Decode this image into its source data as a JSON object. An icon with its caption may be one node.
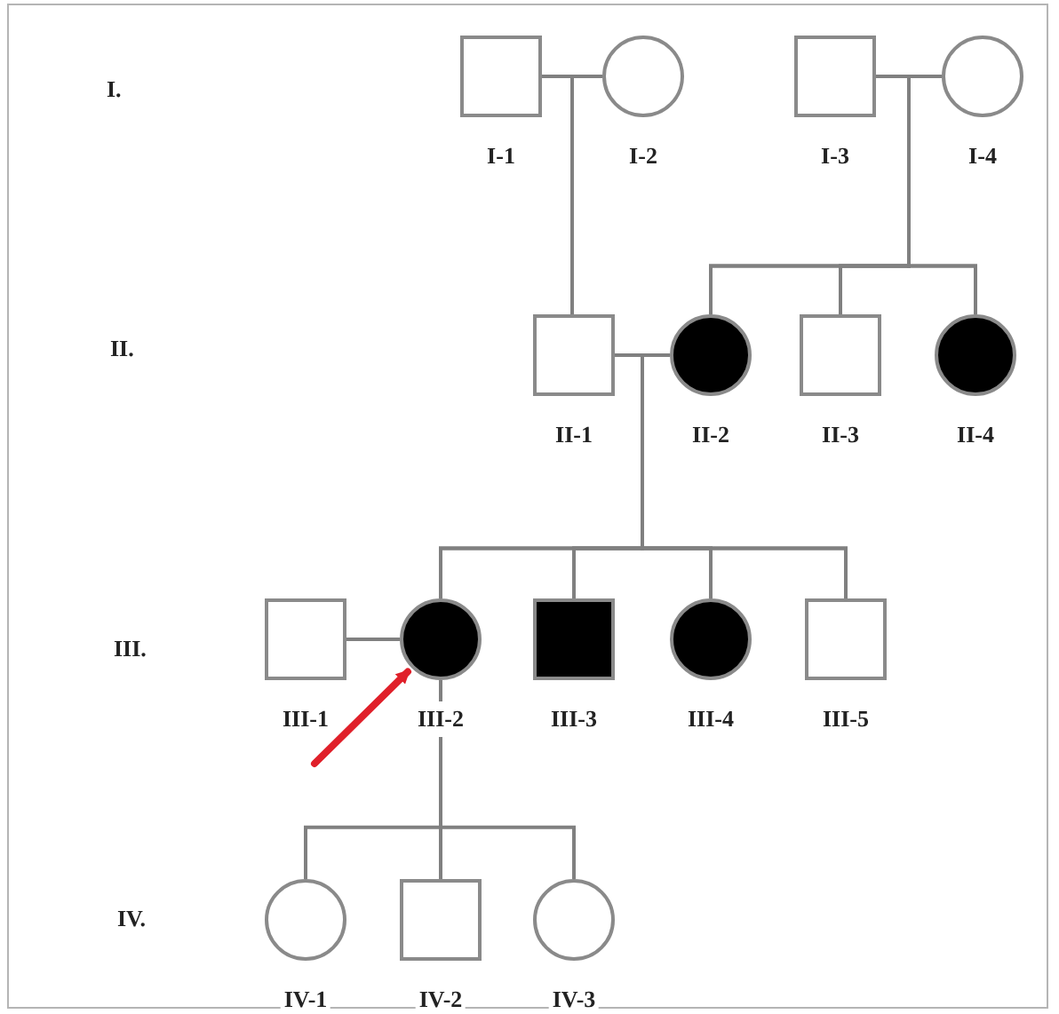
{
  "diagram": {
    "nodes": [
      {
        "text": [],
        "shape": "box",
        "beside": [
          "I-1"
        ]
      },
      {
        "text": [],
        "shape": "circle",
        "beside": [
          "I-2"
        ]
      },
      {
        "text": [],
        "shape": "box",
        "beside": [
          "I-3"
        ]
      },
      {
        "text": [],
        "shape": "circle",
        "beside": [
          "I-4"
        ]
      },
      {
        "text": [],
        "shape": "box",
        "beside": [
          "II-1"
        ]
      },
      {
        "text": [],
        "shape": "filled-circle",
        "beside": [
          "II-2"
        ]
      },
      {
        "text": [],
        "shape": "box",
        "beside": [
          "II-3"
        ]
      },
      {
        "text": [],
        "shape": "filled-circle",
        "beside": [
          "II-4"
        ]
      },
      {
        "text": [],
        "shape": "box",
        "beside": [
          "III-1"
        ]
      },
      {
        "text": [],
        "shape": "filled-circle",
        "beside": [
          "III-2"
        ]
      },
      {
        "text": [],
        "shape": "filled-box",
        "beside": [
          "III-3"
        ]
      },
      {
        "text": [],
        "shape": "filled-circle",
        "beside": [
          "III-4"
        ]
      },
      {
        "text": [],
        "shape": "box",
        "beside": [
          "III-5"
        ]
      },
      {
        "text": [],
        "shape": "circle",
        "beside": [
          "IV-1"
        ]
      },
      {
        "text": [],
        "shape": "box",
        "beside": [
          "IV-2"
        ]
      },
      {
        "text": [],
        "shape": "circle",
        "beside": [
          "IV-3"
        ]
      }
    ],
    "edges": [
      {
        "from": 0,
        "to": 4,
        "arrow": "none"
      },
      {
        "from": 1,
        "to": 4,
        "arrow": "none"
      },
      {
        "from": 2,
        "to": 5,
        "arrow": "none"
      },
      {
        "from": 3,
        "to": 5,
        "arrow": "none"
      },
      {
        "from": 2,
        "to": 6,
        "arrow": "none"
      },
      {
        "from": 3,
        "to": 6,
        "arrow": "none"
      },
      {
        "from": 2,
        "to": 7,
        "arrow": "none"
      },
      {
        "from": 3,
        "to": 7,
        "arrow": "none"
      },
      {
        "from": 4,
        "to": 9,
        "arrow": "none"
      },
      {
        "from": 5,
        "to": 9,
        "arrow": "none"
      },
      {
        "from": 4,
        "to": 10,
        "arrow": "none"
      },
      {
        "from": 5,
        "to": 10,
        "arrow": "none"
      },
      {
        "from": 4,
        "to": 11,
        "arrow": "none"
      },
      {
        "from": 5,
        "to": 11,
        "arrow": "none"
      },
      {
        "from": 4,
        "to": 12,
        "arrow": "none"
      },
      {
        "from": 5,
        "to": 12,
        "arrow": "none"
      },
      {
        "from": 8,
        "to": 9,
        "arrow": "none"
      },
      {
        "from": 9,
        "to": 13,
        "arrow": "none"
      },
      {
        "from": 9,
        "to": 14,
        "arrow": "none"
      },
      {
        "from": 9,
        "to": 15,
        "arrow": "none"
      },
      {
        "from": null,
        "to": 9,
        "arrow": "to",
        "style": "thick",
        "color": "#e0202a"
      }
    ],
    "labels": [
      "I.",
      "II.",
      "III.",
      "IV."
    ]
  }
}
